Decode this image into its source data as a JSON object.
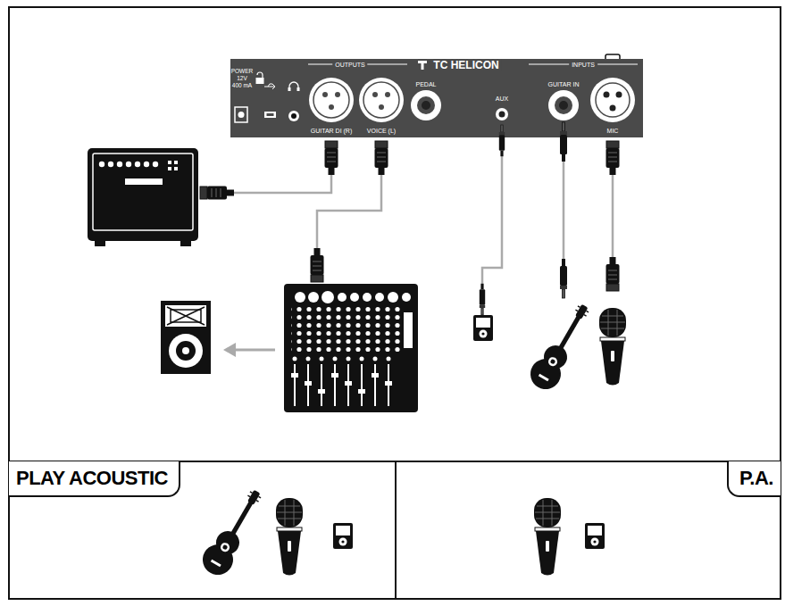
{
  "diagram": {
    "nodes": [
      {
        "text": [
          "OUTPUTS",
          "TC HELICON",
          "INPUTS"
        ]
      },
      {
        "text": [
          "PLAY ACOUSTIC"
        ]
      },
      {
        "text": [
          "P.A."
        ]
      }
    ],
    "labels": [
      "POWER",
      "12V",
      "400 mA",
      "GUITAR DI (R)",
      "VOICE (L)",
      "PEDAL",
      "AUX",
      "GUITAR IN",
      "MIC"
    ]
  }
}
